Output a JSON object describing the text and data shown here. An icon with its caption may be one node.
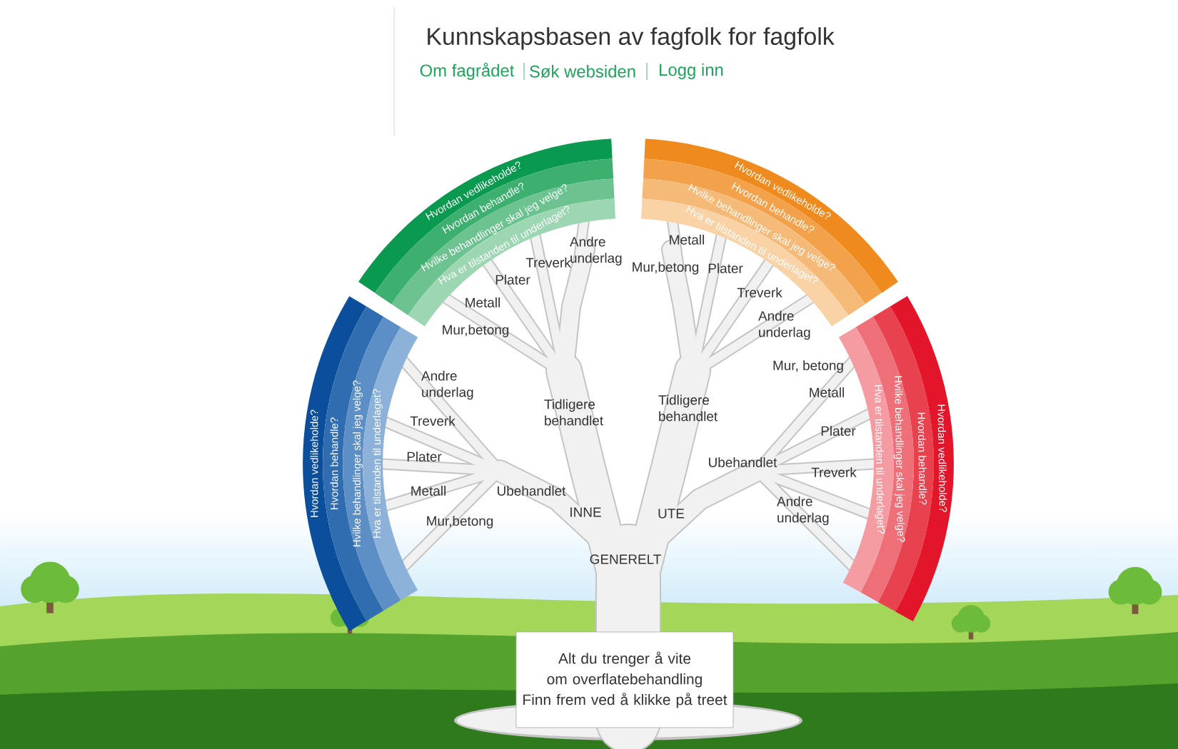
{
  "diagram": {
    "title": "Kunnskapsbasen av fagfolk for fagfolk",
    "nodes": [
      {
        "text": [
          "Hvordan vedlikeholde?",
          "Hvordan behandle?",
          "Hvilke behandlinger skal jeg velge?",
          "Hva er tilstanden til underlaget?"
        ]
      },
      {
        "text": [
          "Hvordan vedlikeholde?",
          "Hvordan behandle?",
          "Hvilke behandlinger skal jeg velge?",
          "Hva er tilstanden til underlaget?"
        ]
      },
      {
        "text": [
          "Hvordan vedlikeholde?",
          "Hvordan behandle?",
          "Hvilke behandlinger skal jeg velge?",
          "Hva er tilstanden til underlaget?"
        ]
      },
      {
        "text": [
          "Hvordan vedlikeholde?",
          "Hvordan behandle?",
          "Hvilke behandlinger skal jeg velge?",
          "Hva er tilstanden til underlaget?"
        ]
      },
      {
        "text": [
          "Alt du trenger å vite om overflatebehandling",
          "Finn frem ved å klikke på treet"
        ]
      }
    ],
    "edges": [],
    "labels": [
      "Om fagrådet",
      "Søk websiden",
      "Logg inn",
      "Andre underlag",
      "Treverk",
      "Metall",
      "Plater",
      "Mur,betong",
      "Plater",
      "Metall",
      "Treverk",
      "Mur,betong",
      "Andre underlag",
      "Andre underlag",
      "Mur, betong",
      "Tidligere behandlet",
      "Tidligere behandlet",
      "Metall",
      "Treverk",
      "Plater",
      "Plater",
      "Ubehandlet",
      "Treverk",
      "Metall",
      "Ubehandlet",
      "Andre underlag",
      "INNE",
      "UTE",
      "Mur,betong",
      "GENERELT"
    ]
  }
}
